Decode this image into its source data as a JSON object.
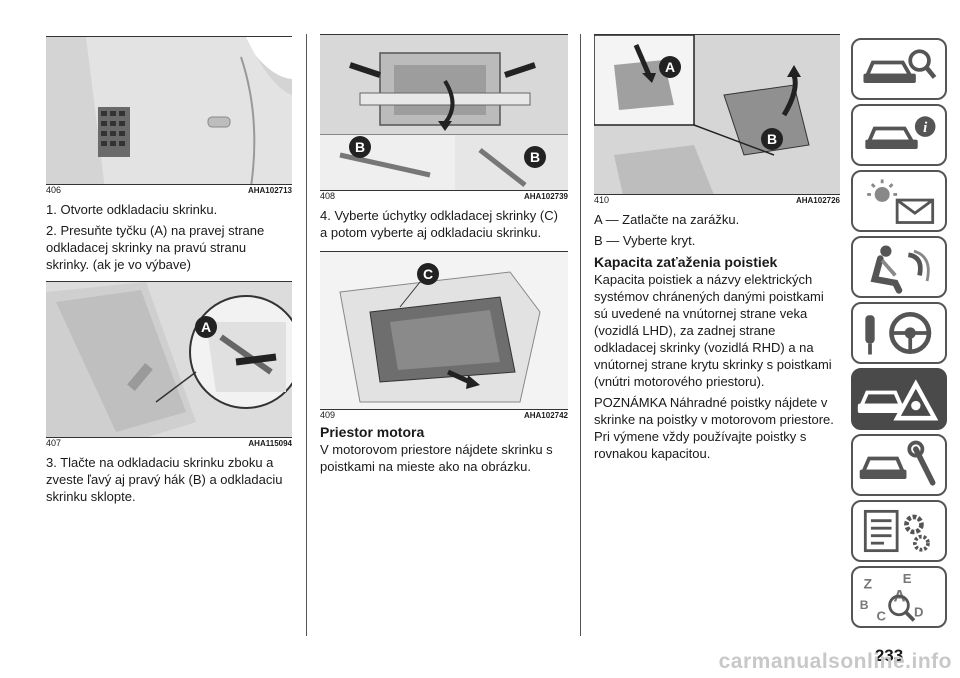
{
  "figures": {
    "f406": {
      "number": "406",
      "code": "AHA102713"
    },
    "f407": {
      "number": "407",
      "code": "AHA115094"
    },
    "f408": {
      "number": "408",
      "code": "AHA102739"
    },
    "f409": {
      "number": "409",
      "code": "AHA102742"
    },
    "f410": {
      "number": "410",
      "code": "AHA102726"
    }
  },
  "callouts": {
    "a": "A",
    "b": "B",
    "c": "C"
  },
  "col1": {
    "step1": "1. Otvorte odkladaciu skrinku.",
    "step2": "2. Presuňte tyčku (A) na pravej strane odkladacej skrinky na pravú stranu skrinky. (ak je vo výbave)",
    "step3": "3. Tlačte na odkladaciu skrinku zboku a zveste ľavý aj pravý hák (B) a odkladaciu skrinku sklopte."
  },
  "col2": {
    "step4": "4. Vyberte úchytky odkladacej skrinky (C) a potom vyberte aj odkladaciu skrinku.",
    "heading": "Priestor motora",
    "para": "V motorovom priestore nájdete skrinku s poistkami na mieste ako na obrázku."
  },
  "col3": {
    "lineA": "A — Zatlačte na zarážku.",
    "lineB": "B — Vyberte kryt.",
    "heading": "Kapacita zaťaženia poistiek",
    "para1": "Kapacita poistiek a názvy elektrických systémov chránených danými poistkami sú uvedené na vnútornej strane veka (vozidlá LHD), za zadnej strane odkladacej skrinky (vozidlá RHD) a na vnútornej strane krytu skrinky s poistkami (vnútri motorového priestoru).",
    "para2": "POZNÁMKA Náhradné poistky nájdete v skrinke na poistky v motorovom priestore.",
    "para3": "Pri výmene vždy používajte poistky s rovnakou kapacitou."
  },
  "tabs": [
    {
      "icon": "car-search-icon",
      "active": false
    },
    {
      "icon": "car-info-icon",
      "active": false
    },
    {
      "icon": "warning-lights-message-icon",
      "active": false
    },
    {
      "icon": "seat-airbag-icon",
      "active": false
    },
    {
      "icon": "key-steering-wheel-icon",
      "active": false
    },
    {
      "icon": "car-breakdown-warning-icon",
      "active": true
    },
    {
      "icon": "car-service-wrench-icon",
      "active": false
    },
    {
      "icon": "specifications-gear-icon",
      "active": false
    },
    {
      "icon": "alphabetical-index-icon",
      "active": false
    }
  ],
  "index_letters": [
    "Z",
    "E",
    "A",
    "B",
    "C",
    "D"
  ],
  "page_number": "233",
  "watermark": "carmanualsonline.info"
}
